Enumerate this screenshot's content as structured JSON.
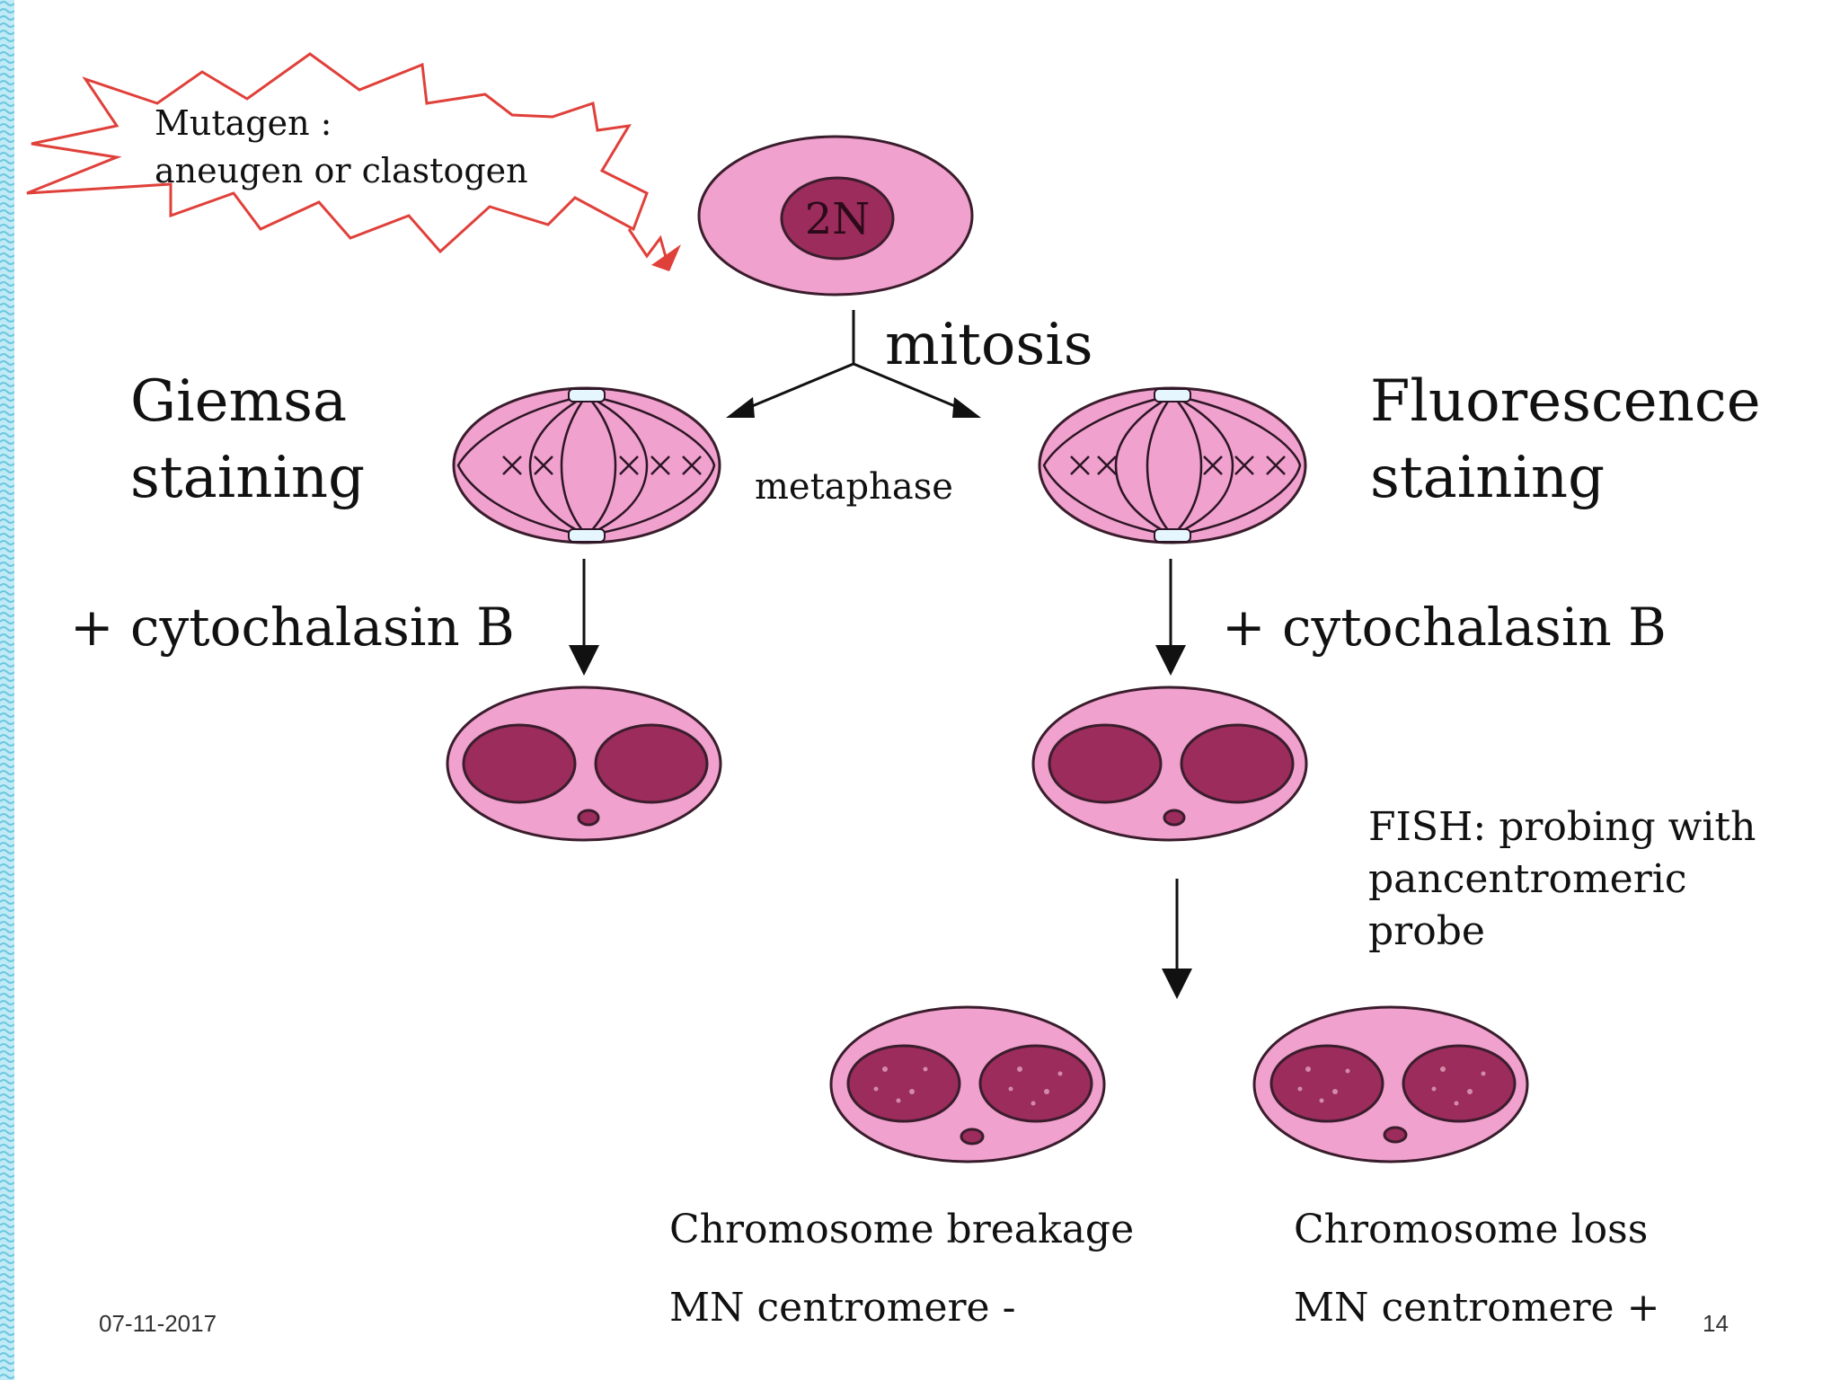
{
  "mutagen_label": {
    "line1": "Mutagen :",
    "line2": "aneugen or clastogen"
  },
  "cell_nucleus_label": "2N",
  "mitosis_label": "mitosis",
  "metaphase_label": "metaphase",
  "giemsa": {
    "line1": "Giemsa",
    "line2": "staining"
  },
  "fluorescence": {
    "line1": "Fluorescence",
    "line2": "staining"
  },
  "cytochalasin_left": "+ cytochalasin B",
  "cytochalasin_right": "+ cytochalasin B",
  "fish": {
    "line1": "FISH: probing with",
    "line2": "pancentromeric",
    "line3": "probe"
  },
  "outcomes": {
    "breakage": {
      "title": "Chromosome breakage",
      "mn": "MN centromere -"
    },
    "loss": {
      "title": "Chromosome loss",
      "mn": "MN centromere +"
    }
  },
  "footer": {
    "date": "07-11-2017",
    "page": "14"
  },
  "colors": {
    "cell": "#f0a1cd",
    "nucleus": "#9b2c5c",
    "burst_outline": "#e0403a",
    "border_pattern": "#7fd3ea"
  }
}
